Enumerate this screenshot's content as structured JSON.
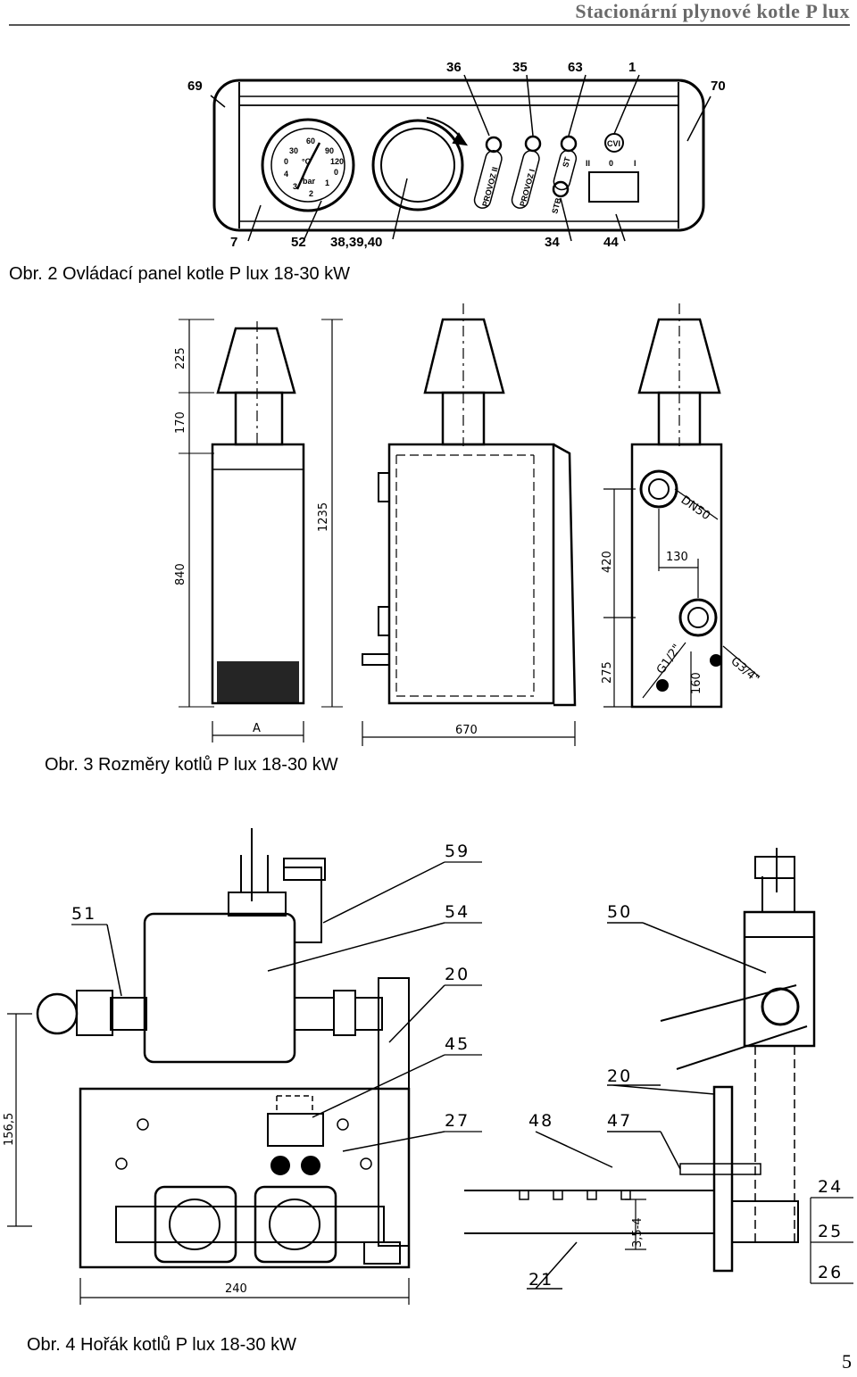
{
  "header": {
    "title": "Stacionární plynové kotle P lux"
  },
  "page_number": "5",
  "figure2": {
    "caption": "Obr. 2 Ovládací panel kotle P lux 18-30 kW",
    "callouts_top": [
      "36",
      "35",
      "63",
      "1"
    ],
    "callout_left": "69",
    "callout_right": "70",
    "callouts_bottom": [
      "7",
      "52",
      "38,39,40",
      "34",
      "44"
    ],
    "gauge": {
      "scale": [
        "60",
        "30",
        "90",
        "0",
        "120",
        "4",
        "3",
        "2",
        "bar",
        "1",
        "0",
        "°C"
      ]
    },
    "switch_labels": [
      "PROVOZ II",
      "PROVOZ I",
      "ST",
      "STB"
    ],
    "indicator": "CVI",
    "switch_positions": [
      "II",
      "0",
      "I"
    ]
  },
  "figure3": {
    "caption": "Obr. 3 Rozměry kotlů P lux 18-30 kW",
    "dims_vertical": [
      "225",
      "170",
      "840",
      "1235",
      "420",
      "275",
      "160"
    ],
    "dim_width_a": "A",
    "dim_depth": "670",
    "dim_130": "130",
    "dn": "DN50",
    "g12": "G1/2\"",
    "g34": "G3/4\""
  },
  "figure4": {
    "caption": "Obr. 4 Hořák kotlů P lux 18-30 kW",
    "callouts_left": [
      "51",
      "59",
      "54",
      "20",
      "45",
      "27"
    ],
    "callouts_right": [
      "50",
      "20",
      "48",
      "47",
      "21",
      "24",
      "25",
      "26"
    ],
    "dim_height": "156,5",
    "dim_width": "240",
    "dim_small": "3,5-4"
  }
}
